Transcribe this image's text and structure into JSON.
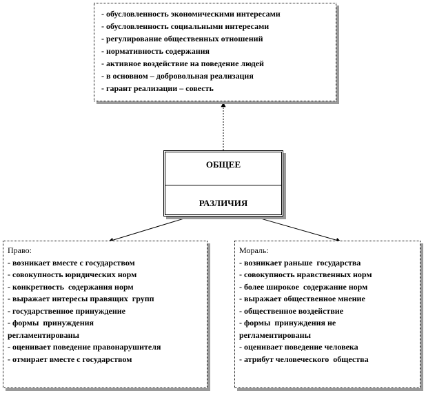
{
  "top_box": {
    "items": [
      "- обусловленность экономическими интересами",
      "- обусловленность социальными интересами",
      "- регулирование общественных отношений",
      "- нормативность содержания",
      "- активное воздействие на поведение людей",
      "- в основном – добровольная реализация",
      "- гарант реализации – совесть"
    ]
  },
  "center_box": {
    "common_label": "ОБЩЕЕ",
    "differences_label": "РАЗЛИЧИЯ"
  },
  "left_box": {
    "title": "Право:",
    "items": [
      "- возникает вместе с государством",
      "- совокупность юридических норм",
      "- конкретность  содержания норм",
      "- выражает интересы правящих  групп",
      "- государственное принуждение",
      "- формы  принуждения",
      "регламентированы",
      "- оценивает поведение правонарушителя",
      "- отмирает вместе с государством"
    ]
  },
  "right_box": {
    "title": "Мораль:",
    "items": [
      "- возникает раньше  государства",
      "- совокупность нравственных норм",
      "- более широкое  содержание норм",
      "- выражает общественное мнение",
      "- общественное воздействие",
      "- формы  принуждения не",
      "регламентированы",
      "- оценивает поведение человека",
      "- атрибут человеческого  общества"
    ]
  }
}
